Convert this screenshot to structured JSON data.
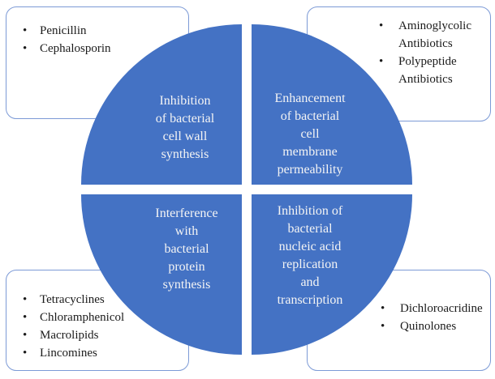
{
  "colors": {
    "circle_fill": "#4472C4",
    "box_border": "#7C9AD6",
    "quadrant_text": "#F4F4F4",
    "list_text": "#1B1B1B",
    "background": "#FFFFFF"
  },
  "bullet_char": "•",
  "circle": {
    "quadrants": {
      "top_left": {
        "label": "Inhibition\nof bacterial\ncell wall\nsynthesis"
      },
      "top_right": {
        "label": "Enhancement\nof bacterial\ncell\nmembrane\npermeability"
      },
      "bottom_left": {
        "label": "Interference\nwith\nbacterial\nprotein\nsynthesis"
      },
      "bottom_right": {
        "label": "Inhibition of\nbacterial\nnucleic acid\nreplication\nand\ntranscription"
      }
    }
  },
  "boxes": {
    "top_left": {
      "items": [
        "Penicillin",
        "Cephalosporin"
      ]
    },
    "top_right": {
      "items": [
        "Aminoglycolic\nAntibiotics",
        "Polypeptide\nAntibiotics"
      ]
    },
    "bottom_left": {
      "items": [
        "Tetracyclines",
        "Chloramphenicol",
        "Macrolipids",
        "Lincomines"
      ]
    },
    "bottom_right": {
      "items": [
        "Dichloroacridine",
        "Quinolones"
      ]
    }
  }
}
